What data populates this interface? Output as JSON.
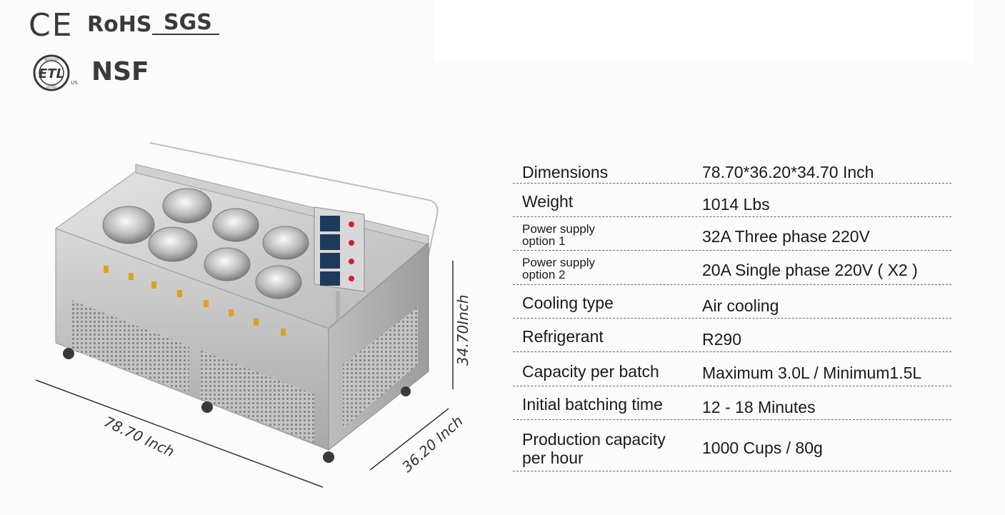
{
  "certifications": {
    "ce": "CE",
    "rohs": "RoHS",
    "sgs": "SGS",
    "etl": "ETL",
    "etl_small_top": "INTERTEK",
    "etl_small_bottom": "LISTED",
    "etl_us": "US",
    "nsf": "NSF"
  },
  "dimensions_labels": {
    "width": "78.70 Inch",
    "depth": "36.20 Inch",
    "height": "34.70Inch"
  },
  "specs": [
    {
      "label": "Dimensions",
      "value": "78.70*36.20*34.70 Inch"
    },
    {
      "label": "Weight",
      "value": "1014 Lbs"
    },
    {
      "label": "Power supply option 1",
      "value": "32A  Three phase 220V"
    },
    {
      "label": "Power supply option 2",
      "value": "20A  Single phase 220V ( X2 )"
    },
    {
      "label": "Cooling type",
      "value": "Air cooling"
    },
    {
      "label": "Refrigerant",
      "value": "R290"
    },
    {
      "label": "Capacity per batch",
      "value": "Maximum 3.0L / Minimum1.5L"
    },
    {
      "label": "Initial batching time",
      "value": "12 - 18 Minutes"
    },
    {
      "label": "Production capacity per hour",
      "value": "1000 Cups / 80g"
    }
  ],
  "colors": {
    "steel": "#c9c9c9",
    "steel_dark": "#9a9a9a",
    "screen": "#1e3a5a",
    "button": "#d21f2a",
    "handle": "#e0a020"
  }
}
